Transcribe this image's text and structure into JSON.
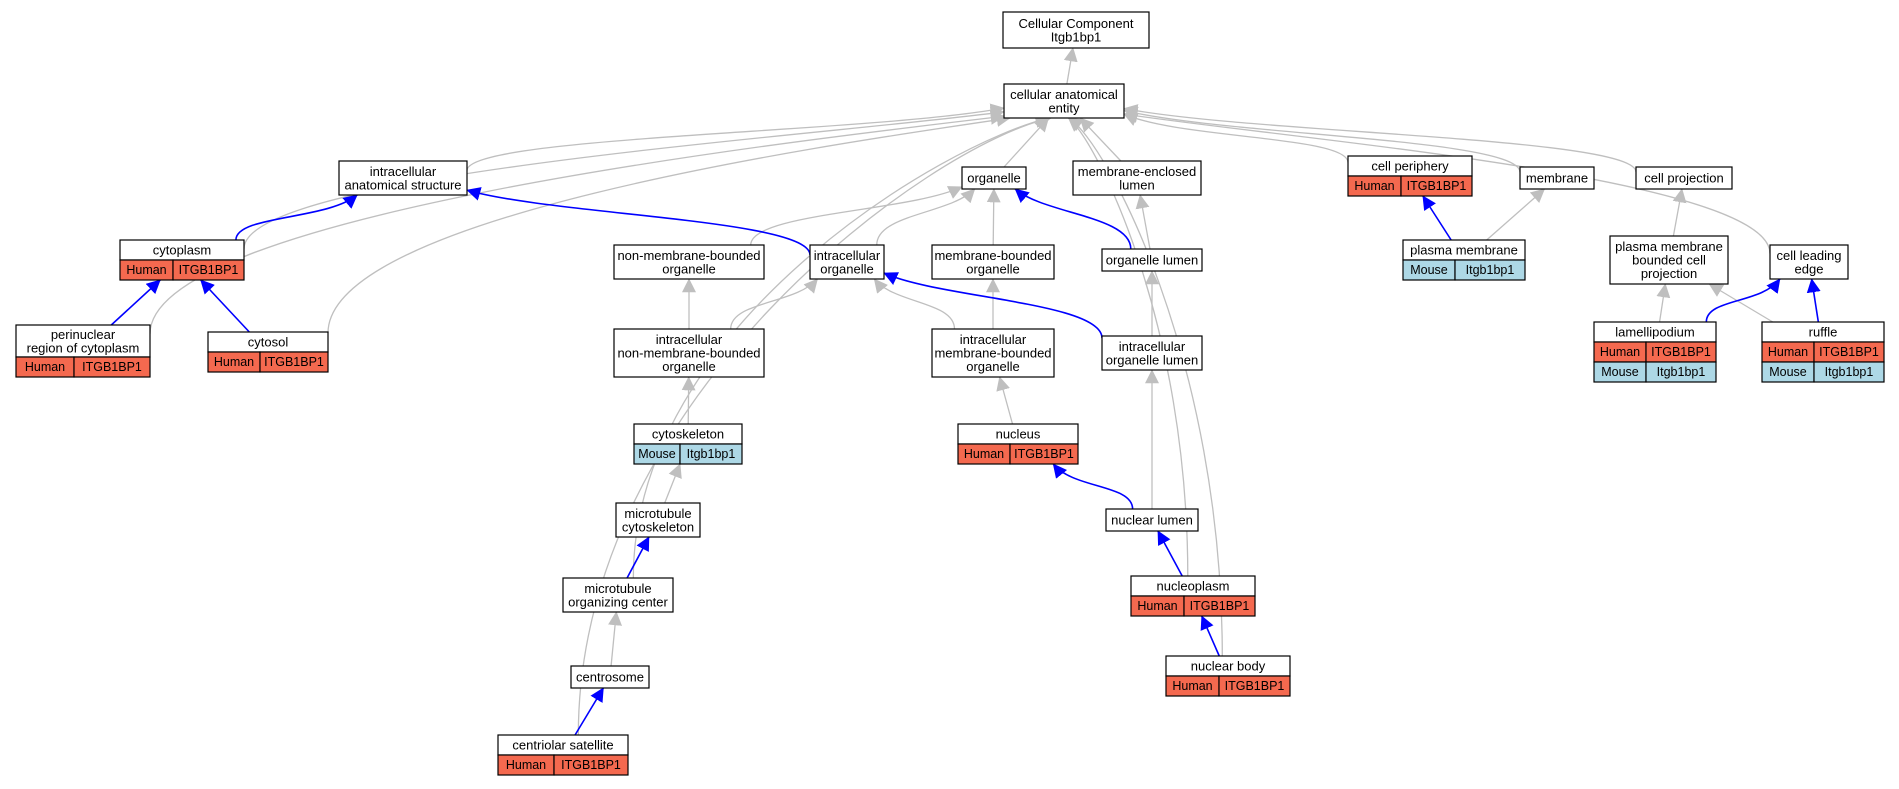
{
  "colors": {
    "is_a_edge": "#bfbfbf",
    "part_of_edge": "#0000ff",
    "human_cell": "#f4694f",
    "mouse_cell": "#add8e6",
    "node_fill": "#ffffff",
    "node_border": "#000000"
  },
  "nodes": {
    "root": {
      "lines": [
        "Cellular Component",
        "Itgb1bp1"
      ]
    },
    "cae": {
      "lines": [
        "cellular anatomical",
        "entity"
      ]
    },
    "ias": {
      "lines": [
        "intracellular",
        "anatomical structure"
      ]
    },
    "organelle": {
      "lines": [
        "organelle"
      ]
    },
    "mel": {
      "lines": [
        "membrane-enclosed",
        "lumen"
      ]
    },
    "cellperiph": {
      "lines": [
        "cell periphery"
      ],
      "annotations": [
        {
          "species": "Human",
          "gene": "ITGB1BP1"
        }
      ]
    },
    "membrane": {
      "lines": [
        "membrane"
      ]
    },
    "cellproj": {
      "lines": [
        "cell projection"
      ]
    },
    "cytoplasm": {
      "lines": [
        "cytoplasm"
      ],
      "annotations": [
        {
          "species": "Human",
          "gene": "ITGB1BP1"
        }
      ]
    },
    "nmbo": {
      "lines": [
        "non-membrane-bounded",
        "organelle"
      ]
    },
    "intraorg": {
      "lines": [
        "intracellular",
        "organelle"
      ]
    },
    "mbo": {
      "lines": [
        "membrane-bounded",
        "organelle"
      ]
    },
    "orglumen": {
      "lines": [
        "organelle lumen"
      ]
    },
    "plasmamem": {
      "lines": [
        "plasma membrane"
      ],
      "annotations": [
        {
          "species": "Mouse",
          "gene": "Itgb1bp1"
        }
      ]
    },
    "pmbcp": {
      "lines": [
        "plasma membrane",
        "bounded cell",
        "projection"
      ]
    },
    "leadedge": {
      "lines": [
        "cell leading",
        "edge"
      ]
    },
    "perinuc": {
      "lines": [
        "perinuclear",
        "region of cytoplasm"
      ],
      "annotations": [
        {
          "species": "Human",
          "gene": "ITGB1BP1"
        }
      ]
    },
    "cytosol": {
      "lines": [
        "cytosol"
      ],
      "annotations": [
        {
          "species": "Human",
          "gene": "ITGB1BP1"
        }
      ]
    },
    "inmbo": {
      "lines": [
        "intracellular",
        "non-membrane-bounded",
        "organelle"
      ]
    },
    "imbo": {
      "lines": [
        "intracellular",
        "membrane-bounded",
        "organelle"
      ]
    },
    "iol": {
      "lines": [
        "intracellular",
        "organelle lumen"
      ]
    },
    "lamelli": {
      "lines": [
        "lamellipodium"
      ],
      "annotations": [
        {
          "species": "Human",
          "gene": "ITGB1BP1"
        },
        {
          "species": "Mouse",
          "gene": "Itgb1bp1"
        }
      ]
    },
    "ruffle": {
      "lines": [
        "ruffle"
      ],
      "annotations": [
        {
          "species": "Human",
          "gene": "ITGB1BP1"
        },
        {
          "species": "Mouse",
          "gene": "Itgb1bp1"
        }
      ]
    },
    "cytoskel": {
      "lines": [
        "cytoskeleton"
      ],
      "annotations": [
        {
          "species": "Mouse",
          "gene": "Itgb1bp1"
        }
      ]
    },
    "nucleus": {
      "lines": [
        "nucleus"
      ],
      "annotations": [
        {
          "species": "Human",
          "gene": "ITGB1BP1"
        }
      ]
    },
    "mtcyto": {
      "lines": [
        "microtubule",
        "cytoskeleton"
      ]
    },
    "nuclumen": {
      "lines": [
        "nuclear lumen"
      ]
    },
    "mtoc": {
      "lines": [
        "microtubule",
        "organizing center"
      ]
    },
    "nucleoplasm": {
      "lines": [
        "nucleoplasm"
      ],
      "annotations": [
        {
          "species": "Human",
          "gene": "ITGB1BP1"
        }
      ]
    },
    "centrosome": {
      "lines": [
        "centrosome"
      ]
    },
    "nucbody": {
      "lines": [
        "nuclear body"
      ],
      "annotations": [
        {
          "species": "Human",
          "gene": "ITGB1BP1"
        }
      ]
    },
    "centsat": {
      "lines": [
        "centriolar satellite"
      ],
      "annotations": [
        {
          "species": "Human",
          "gene": "ITGB1BP1"
        }
      ]
    }
  },
  "edges": [
    {
      "from": "cae",
      "to": "root",
      "type": "is_a"
    },
    {
      "from": "organelle",
      "to": "cae",
      "type": "is_a"
    },
    {
      "from": "mel",
      "to": "cae",
      "type": "is_a"
    },
    {
      "from": "ias",
      "to": "cae",
      "type": "is_a"
    },
    {
      "from": "cytoplasm",
      "to": "cae",
      "type": "is_a"
    },
    {
      "from": "perinuc",
      "to": "cae",
      "type": "is_a"
    },
    {
      "from": "cytosol",
      "to": "cae",
      "type": "is_a"
    },
    {
      "from": "mtoc",
      "to": "cae",
      "type": "is_a"
    },
    {
      "from": "centsat",
      "to": "cae",
      "type": "is_a"
    },
    {
      "from": "nucleoplasm",
      "to": "cae",
      "type": "is_a"
    },
    {
      "from": "nucbody",
      "to": "cae",
      "type": "is_a"
    },
    {
      "from": "cellperiph",
      "to": "cae",
      "type": "is_a"
    },
    {
      "from": "membrane",
      "to": "cae",
      "type": "is_a"
    },
    {
      "from": "cellproj",
      "to": "cae",
      "type": "is_a"
    },
    {
      "from": "leadedge",
      "to": "cae",
      "type": "is_a"
    },
    {
      "from": "nmbo",
      "to": "organelle",
      "type": "is_a"
    },
    {
      "from": "intraorg",
      "to": "organelle",
      "type": "is_a"
    },
    {
      "from": "mbo",
      "to": "organelle",
      "type": "is_a"
    },
    {
      "from": "orglumen",
      "to": "mel",
      "type": "is_a"
    },
    {
      "from": "plasmamem",
      "to": "membrane",
      "type": "is_a"
    },
    {
      "from": "pmbcp",
      "to": "cellproj",
      "type": "is_a"
    },
    {
      "from": "inmbo",
      "to": "nmbo",
      "type": "is_a"
    },
    {
      "from": "inmbo",
      "to": "intraorg",
      "type": "is_a"
    },
    {
      "from": "imbo",
      "to": "intraorg",
      "type": "is_a"
    },
    {
      "from": "imbo",
      "to": "mbo",
      "type": "is_a"
    },
    {
      "from": "iol",
      "to": "orglumen",
      "type": "is_a"
    },
    {
      "from": "lamelli",
      "to": "pmbcp",
      "type": "is_a"
    },
    {
      "from": "ruffle",
      "to": "pmbcp",
      "type": "is_a"
    },
    {
      "from": "cytoskel",
      "to": "inmbo",
      "type": "is_a"
    },
    {
      "from": "nucleus",
      "to": "imbo",
      "type": "is_a"
    },
    {
      "from": "mtcyto",
      "to": "cytoskel",
      "type": "is_a"
    },
    {
      "from": "nuclumen",
      "to": "iol",
      "type": "is_a"
    },
    {
      "from": "centrosome",
      "to": "mtoc",
      "type": "is_a"
    },
    {
      "from": "cytoplasm",
      "to": "ias",
      "type": "part_of"
    },
    {
      "from": "intraorg",
      "to": "ias",
      "type": "part_of"
    },
    {
      "from": "orglumen",
      "to": "organelle",
      "type": "part_of"
    },
    {
      "from": "iol",
      "to": "intraorg",
      "type": "part_of"
    },
    {
      "from": "plasmamem",
      "to": "cellperiph",
      "type": "part_of"
    },
    {
      "from": "lamelli",
      "to": "leadedge",
      "type": "part_of"
    },
    {
      "from": "ruffle",
      "to": "leadedge",
      "type": "part_of"
    },
    {
      "from": "perinuc",
      "to": "cytoplasm",
      "type": "part_of"
    },
    {
      "from": "cytosol",
      "to": "cytoplasm",
      "type": "part_of"
    },
    {
      "from": "mtoc",
      "to": "mtcyto",
      "type": "part_of"
    },
    {
      "from": "nuclumen",
      "to": "nucleus",
      "type": "part_of"
    },
    {
      "from": "nucleoplasm",
      "to": "nuclumen",
      "type": "part_of"
    },
    {
      "from": "nucbody",
      "to": "nucleoplasm",
      "type": "part_of"
    },
    {
      "from": "centsat",
      "to": "centrosome",
      "type": "part_of"
    }
  ]
}
